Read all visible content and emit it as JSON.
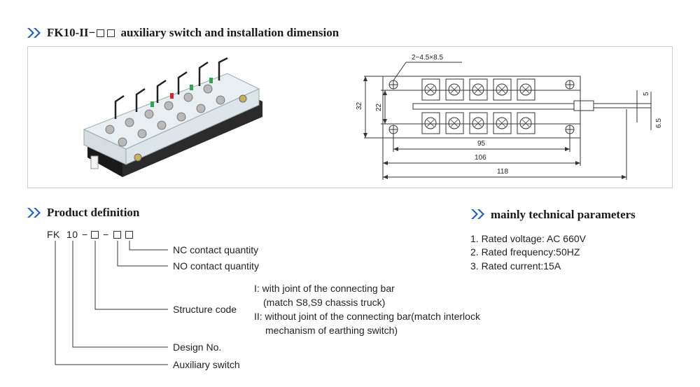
{
  "title": {
    "model": "FK10-II",
    "dash": "−",
    "text": "auxiliary switch and installation dimension"
  },
  "drawing": {
    "hole_label": "2−4.5×8.5",
    "dim_32": "32",
    "dim_22": "22",
    "dim_95": "95",
    "dim_106": "106",
    "dim_118": "118",
    "dim_5": "5",
    "dim_6_5": "6.5"
  },
  "product_definition": {
    "heading": "Product definition",
    "code": {
      "fk": "FK",
      "num": "10",
      "dash1": "−",
      "dash2": "−"
    },
    "labels": {
      "nc": "NC contact quantity",
      "no": "NO contact quantity",
      "structure": "Structure code",
      "design": "Design No.",
      "aux": "Auxiliary switch"
    },
    "structure_options": {
      "i_line1": "I: with joint of the connecting bar",
      "i_line2": "(match S8,S9 chassis truck)",
      "ii_line1": "II: without joint of the connecting bar(match interlock",
      "ii_line2": "mechanism of earthing switch)"
    }
  },
  "technical": {
    "heading": "mainly technical parameters",
    "items": [
      "1. Rated voltage: AC 660V",
      "2. Rated frequency:50HZ",
      "3. Rated current:15A"
    ]
  },
  "colors": {
    "accent": "#1f5fbf",
    "line": "#333333"
  }
}
